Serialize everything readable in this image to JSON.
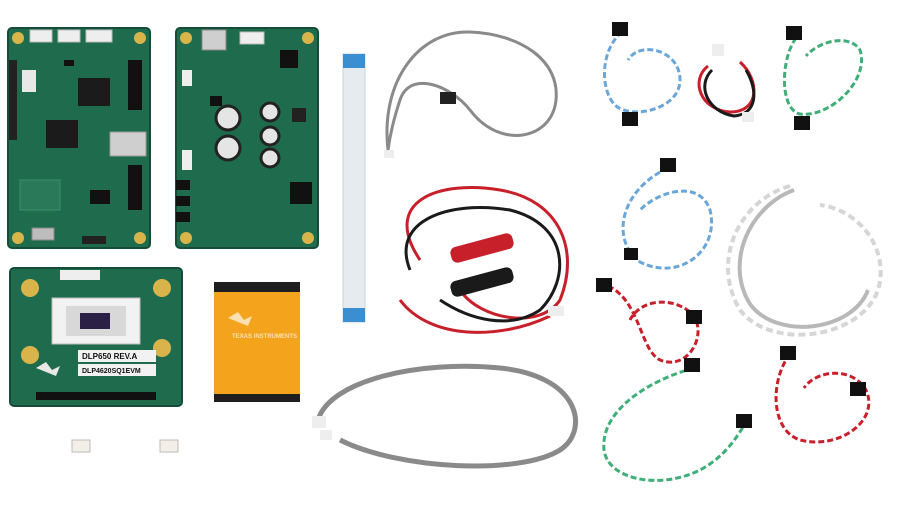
{
  "scene": {
    "description_labels": {
      "dmd_board_name": "DLP650 REV.A",
      "dmd_board_part": "DLP4620SQ1EVM",
      "flex_cable_text": "TEXAS INSTRUMENTS"
    },
    "colors": {
      "pcb_green": "#1f6b4e",
      "pcb_green_dark": "#15533b",
      "gold_pad": "#d9b44a",
      "flex_orange": "#f4a31d",
      "ribbon_blue": "#3b8fd1",
      "wire_red": "#c8202b",
      "wire_black": "#1a1a1a",
      "wire_blue": "#6aa6d8",
      "wire_green": "#3fae79",
      "wire_white": "#e6e6e6",
      "wire_gray": "#8a8a8a"
    }
  }
}
